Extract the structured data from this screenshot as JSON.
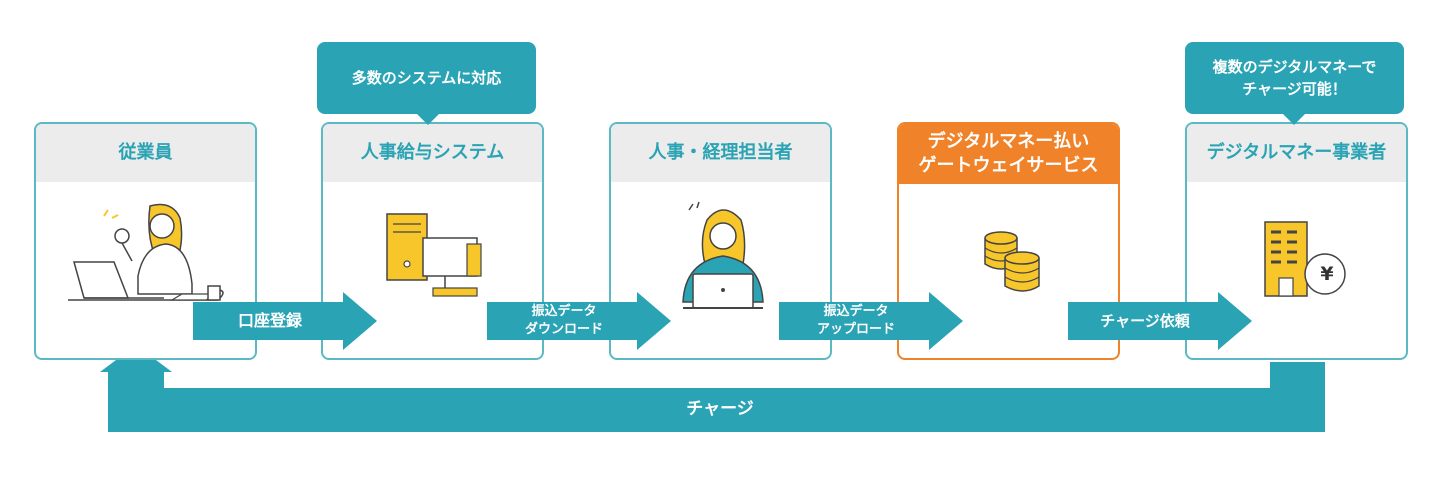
{
  "boxes": [
    {
      "title": "従業員"
    },
    {
      "title": "人事給与システム"
    },
    {
      "title": "人事・経理担当者"
    },
    {
      "title_line1": "デジタルマネー払い",
      "title_line2": "ゲートウェイサービス"
    },
    {
      "title": "デジタルマネー事業者"
    }
  ],
  "bubbles": [
    {
      "text": "多数のシステムに対応"
    },
    {
      "line1": "複数のデジタルマネーで",
      "line2": "チャージ可能！"
    }
  ],
  "arrows": [
    {
      "label": "口座登録"
    },
    {
      "line1": "振込データ",
      "line2": "ダウンロード"
    },
    {
      "line1": "振込データ",
      "line2": "アップロード"
    },
    {
      "label": "チャージ依頼"
    }
  ],
  "return_arrow": {
    "label": "チャージ"
  },
  "icons": {
    "employee": "woman-laptop-ok-icon",
    "hr_system": "computer-icon",
    "staff": "woman-at-laptop-icon",
    "gateway": "coin-stack-icon",
    "provider": "building-yen-icon",
    "yen_symbol": "¥"
  },
  "colors": {
    "teal": "#2aa3b5",
    "orange": "#f0832a",
    "yellow": "#f7c62b",
    "header_gray": "#ececec"
  }
}
